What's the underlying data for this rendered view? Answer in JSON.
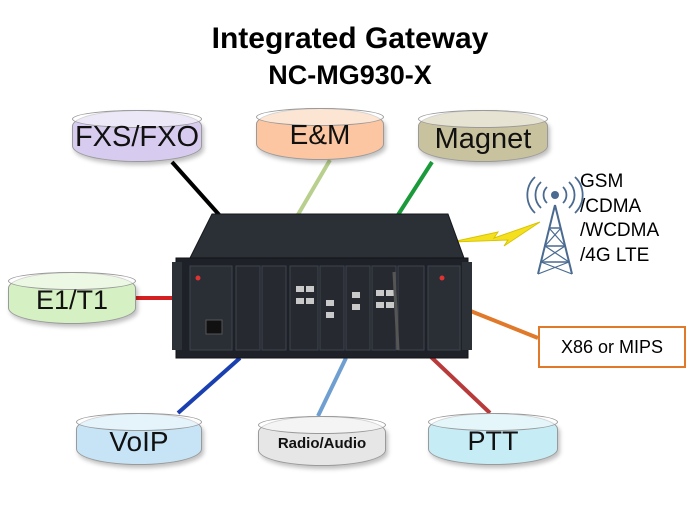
{
  "title": "Integrated Gateway",
  "subtitle": "NC-MG930-X",
  "nodes": {
    "fxs_fxo": "FXS/FXO",
    "em": "E&M",
    "magnet": "Magnet",
    "e1_t1": "E1/T1",
    "voip": "VoIP",
    "radio_audio": "Radio/Audio",
    "ptt": "PTT",
    "processor": "X86 or MIPS"
  },
  "wireless": {
    "lines": [
      "GSM",
      "/CDMA",
      "/WCDMA",
      "/4G LTE"
    ]
  },
  "colors": {
    "fxs_line": "#000000",
    "em_line": "#b8cf8e",
    "magnet_line": "#1a9a3a",
    "e1_line": "#d42020",
    "voip_line": "#1a3fb0",
    "radio_line": "#6f9fd0",
    "ptt_line": "#b83a3a",
    "x86_line": "#e07a2a",
    "lightning": "#f5e020"
  }
}
